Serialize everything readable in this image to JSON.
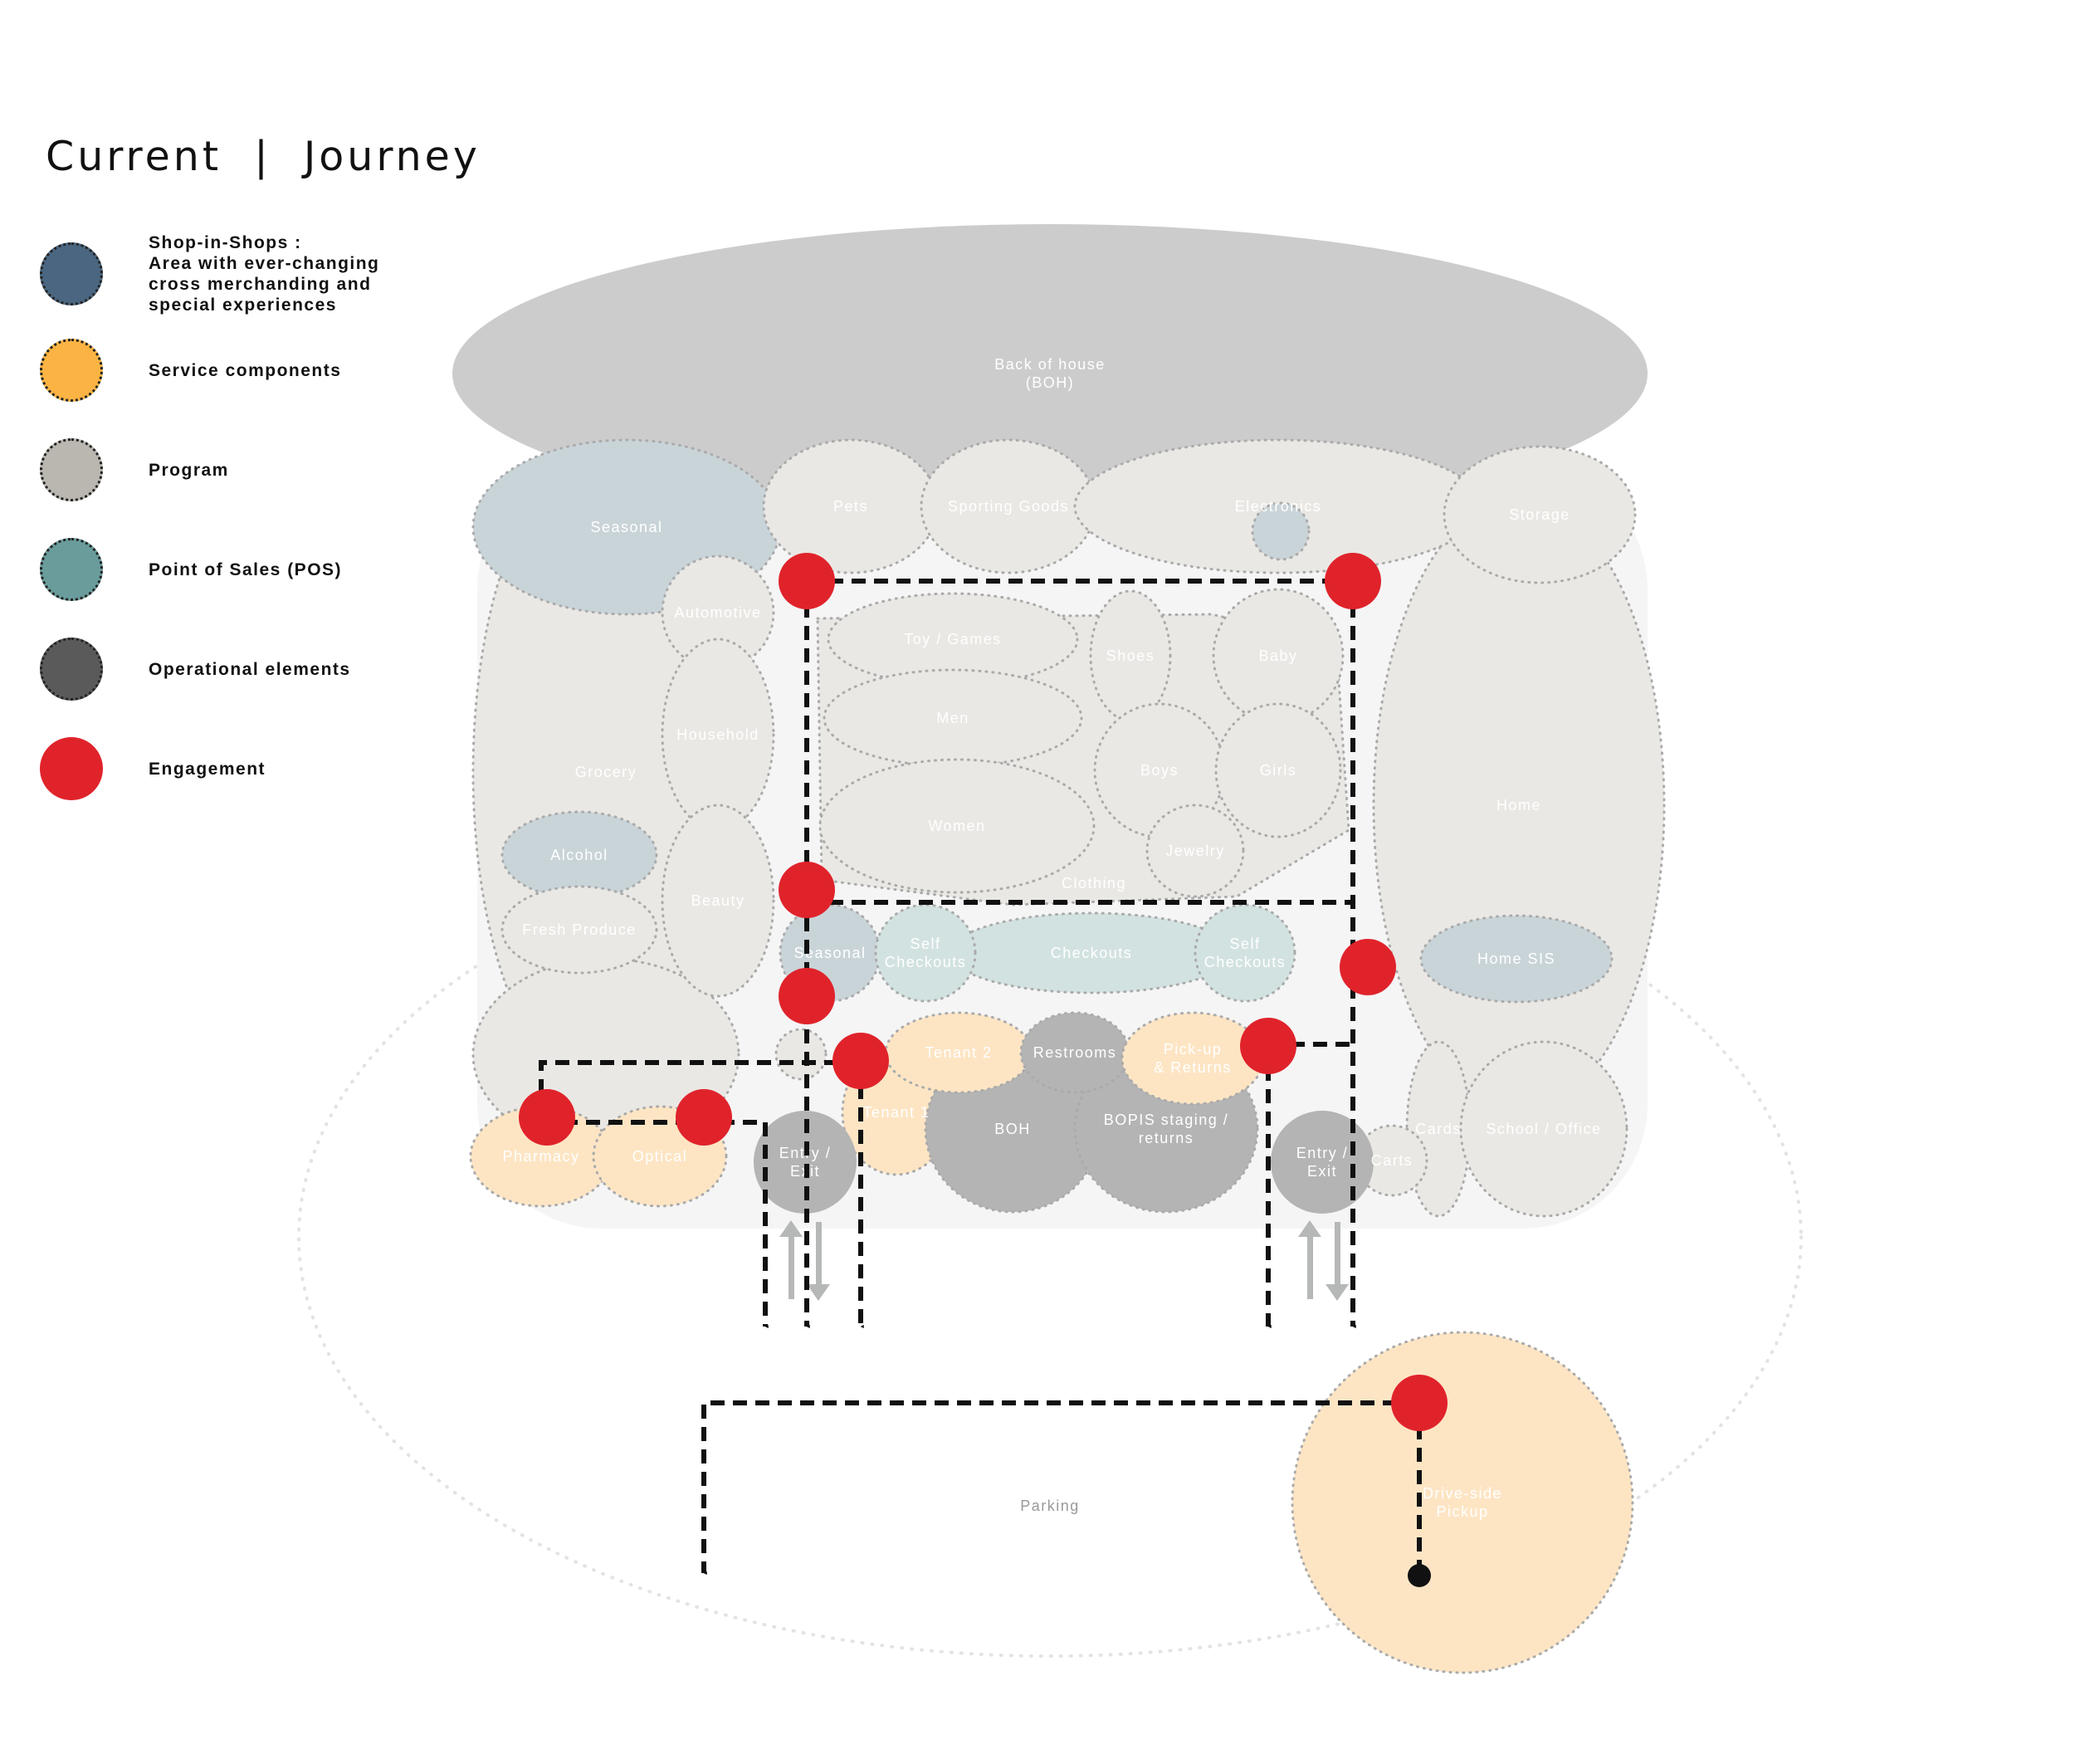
{
  "title": "Current  |  Journey",
  "legend": [
    {
      "label": "Shop-in-Shops :\nArea with ever-changing\ncross merchanding and\nspecial experiences",
      "color": "#4a6680"
    },
    {
      "label": "Service components",
      "color": "#fbb443"
    },
    {
      "label": "Program",
      "color": "#bab6b0"
    },
    {
      "label": "Point of Sales (POS)",
      "color": "#6a9c9c"
    },
    {
      "label": "Operational elements",
      "color": "#5a5a5a"
    },
    {
      "label": "Engagement",
      "color": "#e0232b"
    }
  ],
  "colors": {
    "boh": "#cccccc",
    "program": "#eae8e4",
    "sis": "#c9d4d9",
    "pos": "#d2e2e1",
    "service": "#fde5c4",
    "operational": "#b4b4b4",
    "engagement": "#e0232b",
    "path": "#111111"
  },
  "zones": {
    "boh_top": "Back of house\n(BOH)",
    "seasonal": "Seasonal",
    "pets": "Pets",
    "sporting": "Sporting Goods",
    "electronics": "Electronics",
    "storage": "Storage",
    "automotive": "Automotive",
    "toys": "Toy / Games",
    "shoes": "Shoes",
    "baby": "Baby",
    "men": "Men",
    "household": "Household",
    "boys": "Boys",
    "girls": "Girls",
    "grocery": "Grocery",
    "home": "Home",
    "women": "Women",
    "jewelry": "Jewelry",
    "alcohol": "Alcohol",
    "clothing": "Clothing",
    "beauty": "Beauty",
    "fresh": "Fresh Produce",
    "seasonal2": "Seasonal",
    "self1": "Self\nCheckouts",
    "checkouts": "Checkouts",
    "self2": "Self\nCheckouts",
    "home_sis": "Home SIS",
    "tenant2": "Tenant 2",
    "restrooms": "Restrooms",
    "pickup": "Pick-up\n& Returns",
    "tenant1": "Tenant 1",
    "boh": "BOH",
    "bopis": "BOPIS staging /\nreturns",
    "cards": "Cards",
    "school": "School / Office",
    "pharmacy": "Pharmacy",
    "optical": "Optical",
    "entry1": "Entry /\nExit",
    "entry2": "Entry /\nExit",
    "carts": "Carts",
    "parking": "Parking",
    "drive": "Drive-side\nPickup"
  }
}
